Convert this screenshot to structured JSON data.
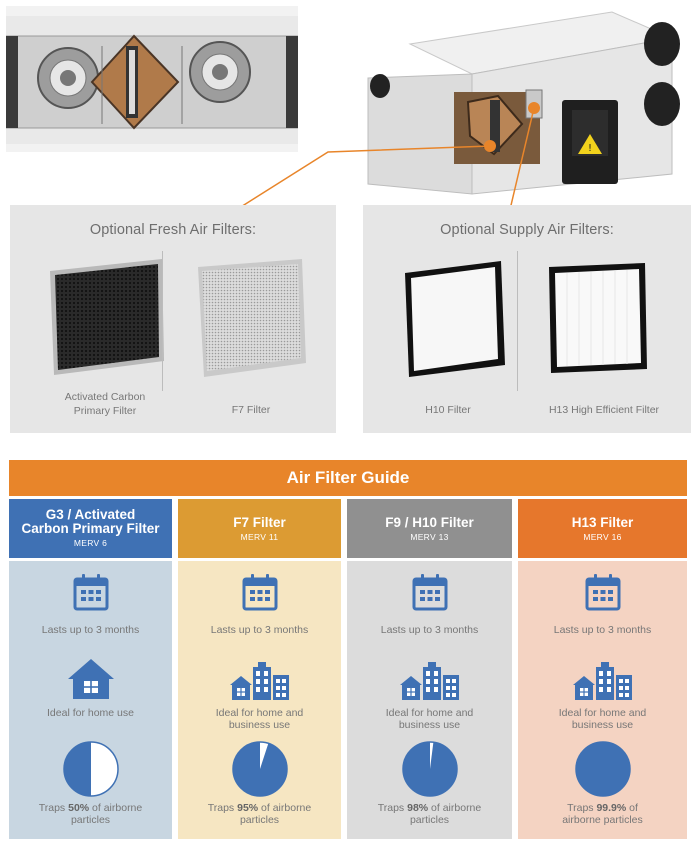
{
  "panels": {
    "fresh": {
      "title": "Optional Fresh Air Filters:",
      "filters": [
        {
          "label_line1": "Activated Carbon",
          "label_line2": "Primary Filter",
          "icon": "activated-carbon-filter-image"
        },
        {
          "label_line1": "F7 Filter",
          "label_line2": "",
          "icon": "f7-filter-image"
        }
      ]
    },
    "supply": {
      "title": "Optional Supply Air Filters:",
      "filters": [
        {
          "label_line1": "H10 Filter",
          "label_line2": "",
          "icon": "h10-filter-image"
        },
        {
          "label_line1": "H13 High Efficient Filter",
          "label_line2": "",
          "icon": "h13-filter-image"
        }
      ]
    }
  },
  "guide": {
    "title": "Air Filter Guide",
    "columns": [
      {
        "name_line1": "G3 / Activated",
        "name_line2": "Carbon Primary Filter",
        "merv": "MERV 6",
        "lifespan": "Lasts up to 3 months",
        "use_line1": "Ideal for home use",
        "use_line2": "",
        "use_icon": "house-icon",
        "traps_prefix": "Traps ",
        "traps_value": "50%",
        "traps_suffix": " of airborne",
        "traps_line2": "particles",
        "traps_fraction": 0.5,
        "header_color": "#3f71b4",
        "body_color": "#c8d6e1"
      },
      {
        "name_line1": "F7 Filter",
        "name_line2": "",
        "merv": "MERV 11",
        "lifespan": "Lasts up to 3 months",
        "use_line1": "Ideal for home and",
        "use_line2": "business use",
        "use_icon": "buildings-icon",
        "traps_prefix": "Traps ",
        "traps_value": "95%",
        "traps_suffix": " of airborne",
        "traps_line2": "particles",
        "traps_fraction": 0.95,
        "header_color": "#dc9b33",
        "body_color": "#f6e6c2"
      },
      {
        "name_line1": "F9 / H10 Filter",
        "name_line2": "",
        "merv": "MERV 13",
        "lifespan": "Lasts up to 3 months",
        "use_line1": "Ideal for home and",
        "use_line2": "business use",
        "use_icon": "buildings-icon",
        "traps_prefix": "Traps ",
        "traps_value": "98%",
        "traps_suffix": " of airborne",
        "traps_line2": "particles",
        "traps_fraction": 0.98,
        "header_color": "#909090",
        "body_color": "#dcdcdc"
      },
      {
        "name_line1": "H13 Filter",
        "name_line2": "",
        "merv": "MERV 16",
        "lifespan": "Lasts up to 3 months",
        "use_line1": "Ideal for home and",
        "use_line2": "business use",
        "use_icon": "buildings-icon",
        "traps_prefix": "Traps ",
        "traps_value": "99.9%",
        "traps_suffix": " of",
        "traps_line2": "airborne particles",
        "traps_fraction": 0.999,
        "header_color": "#e6772c",
        "body_color": "#f4d3c2"
      }
    ],
    "colors": {
      "accent": "#e8852a",
      "icon_blue": "#3f71b4"
    }
  }
}
